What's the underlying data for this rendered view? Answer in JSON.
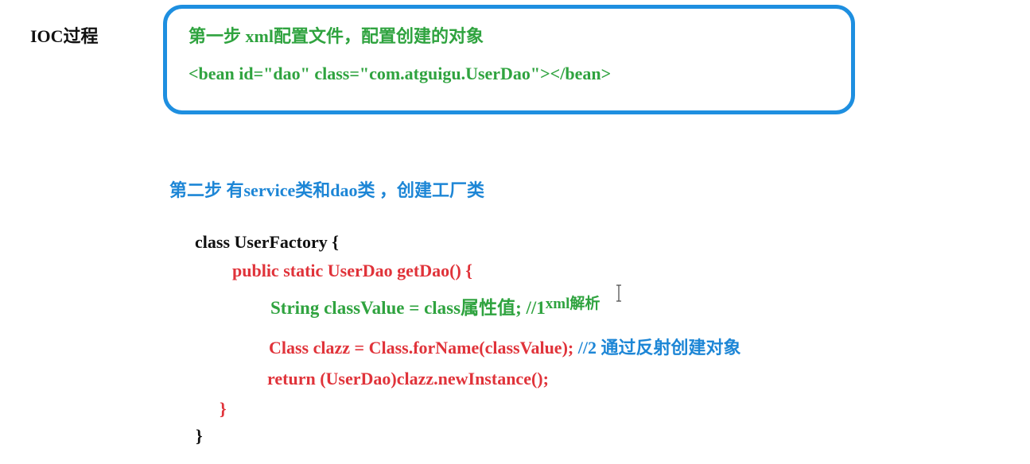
{
  "title": "IOC过程",
  "step1": {
    "heading": "第一步 xml配置文件，配置创建的对象",
    "code": "<bean id=\"dao\" class=\"com.atguigu.UserDao\"></bean>"
  },
  "step2": {
    "heading": "第二步 有service类和dao类 ，创建工厂类"
  },
  "code": {
    "class_decl": "class UserFactory {",
    "method_decl": "public static UserDao getDao() {",
    "string_line": "String classValue = class属性值; //1",
    "string_comment": "xml解析",
    "clazz_line": "Class clazz = Class.forName(classValue); ",
    "clazz_comment": "//2 通过反射创建对象",
    "return_line": "return (UserDao)clazz.newInstance();",
    "close_inner": "}",
    "close_outer": "}"
  },
  "colors": {
    "box_border": "#1e8fe0",
    "green": "#2fa33f",
    "red": "#e0333a",
    "blue": "#1d86d6",
    "black": "#111111"
  }
}
